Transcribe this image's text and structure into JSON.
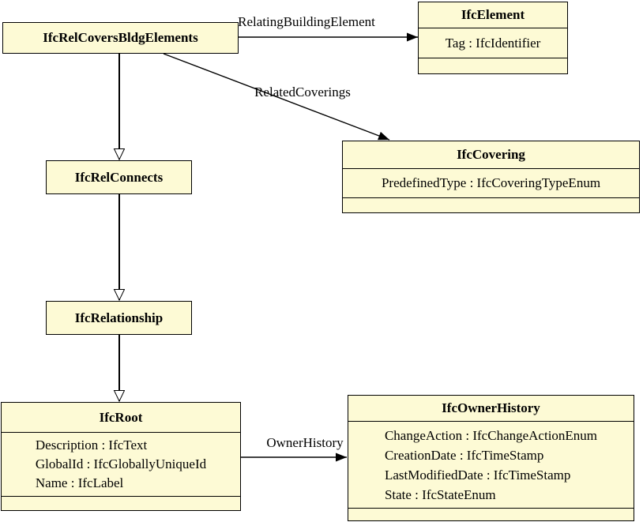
{
  "colors": {
    "class_fill": "#fdfad5",
    "line": "#000000",
    "background": "#ffffff"
  },
  "classes": {
    "rel_covers_bldg_elements": {
      "name": "IfcRelCoversBldgElements",
      "attributes": []
    },
    "element": {
      "name": "IfcElement",
      "attributes": [
        "Tag : IfcIdentifier"
      ]
    },
    "covering": {
      "name": "IfcCovering",
      "attributes": [
        "PredefinedType : IfcCoveringTypeEnum"
      ]
    },
    "rel_connects": {
      "name": "IfcRelConnects",
      "attributes": []
    },
    "relationship": {
      "name": "IfcRelationship",
      "attributes": []
    },
    "root": {
      "name": "IfcRoot",
      "attributes": [
        "Description : IfcText",
        "GlobalId : IfcGloballyUniqueId",
        "Name : IfcLabel"
      ]
    },
    "owner_history": {
      "name": "IfcOwnerHistory",
      "attributes": [
        "ChangeAction : IfcChangeActionEnum",
        "CreationDate : IfcTimeStamp",
        "LastModifiedDate : IfcTimeStamp",
        "State : IfcStateEnum"
      ]
    }
  },
  "edges": [
    {
      "from": "IfcRelCoversBldgElements",
      "to": "IfcElement",
      "type": "directed-association",
      "label": "RelatingBuildingElement"
    },
    {
      "from": "IfcRelCoversBldgElements",
      "to": "IfcCovering",
      "type": "directed-association",
      "label": "RelatedCoverings"
    },
    {
      "from": "IfcRelCoversBldgElements",
      "to": "IfcRelConnects",
      "type": "generalization",
      "label": ""
    },
    {
      "from": "IfcRelConnects",
      "to": "IfcRelationship",
      "type": "generalization",
      "label": ""
    },
    {
      "from": "IfcRelationship",
      "to": "IfcRoot",
      "type": "generalization",
      "label": ""
    },
    {
      "from": "IfcRoot",
      "to": "IfcOwnerHistory",
      "type": "directed-association",
      "label": "OwnerHistory"
    }
  ]
}
